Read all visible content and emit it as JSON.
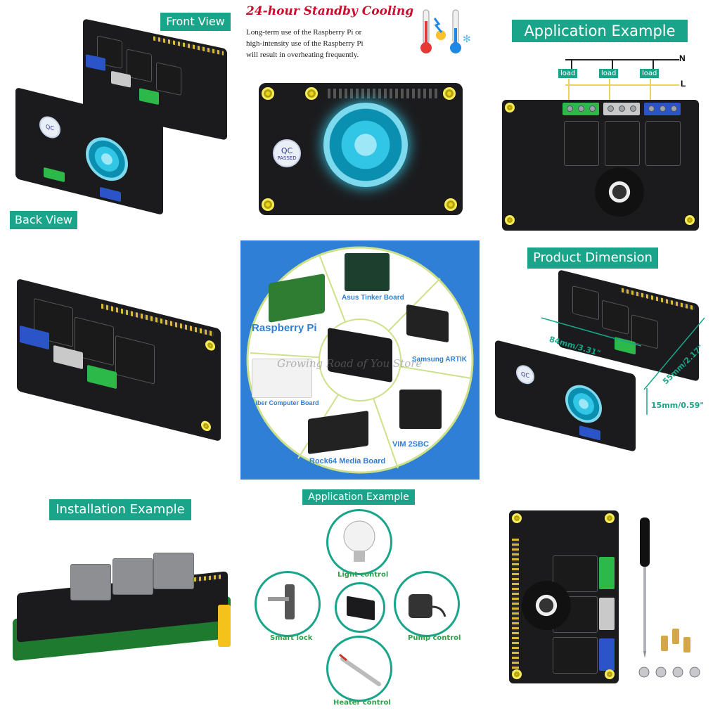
{
  "panels": {
    "front_back": {
      "front_label": "Front View",
      "back_label": "Back View",
      "qc_text": "QC PASSED"
    },
    "cooling": {
      "title": "24-hour Standby Cooling",
      "desc_line1": "Long-term use of the Raspberry Pi or",
      "desc_line2": "high-intensity use of the Raspberry Pi",
      "desc_line3": "will result in overheating frequently.",
      "qc_line1": "QC",
      "qc_line2": "PASSED"
    },
    "application_top": {
      "title": "Application Example",
      "n_label": "N",
      "l_label": "L",
      "load_labels": [
        "load",
        "load",
        "load"
      ]
    },
    "compat": {
      "boards": [
        "Raspberry Pi",
        "Asus Tinker Board",
        "Samsung ARTIK",
        "VIM 2SBC",
        "Rock64 Media Board",
        "Liber Computer Board"
      ],
      "watermark": "Growing Road of You Store"
    },
    "dimension": {
      "title": "Product Dimension",
      "length": "84mm/3.31\"",
      "width": "55mm/2.17\"",
      "height": "15mm/0.59\""
    },
    "installation": {
      "title": "Installation Example"
    },
    "application_bottom": {
      "title": "Application Example",
      "light": "Light control",
      "lock": "Smart lock",
      "pump": "Pump control",
      "heater": "Heater control"
    }
  },
  "colors": {
    "accent": "#1aa58a",
    "board": "#1b1b1d",
    "terminal_blue": "#2b54c8",
    "terminal_green": "#2db84a",
    "title_red": "#c8102e",
    "compat_bg": "#2f7fd6"
  }
}
